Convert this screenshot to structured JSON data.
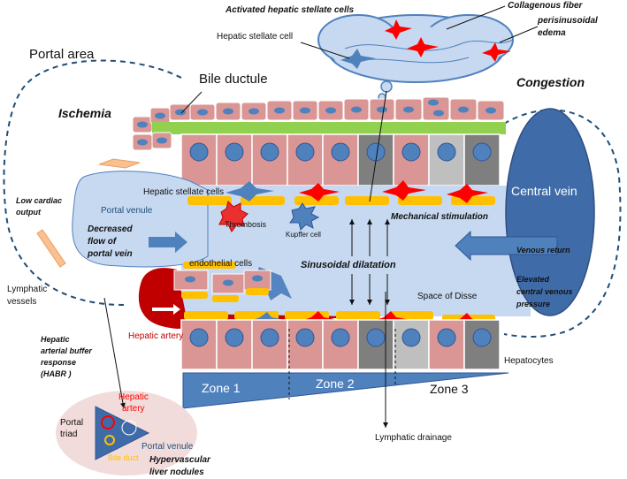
{
  "labels": {
    "activated_hsc": "Activated hepatic stellate cells",
    "hsc": "Hepatic stellate cell",
    "collagenous_fiber": "Collagenous  fiber",
    "edema_line1": "perisinusoidal",
    "edema_line2": "edema",
    "portal_area": "Portal area",
    "bile_ductule": "Bile ductule",
    "congestion": "Congestion",
    "ischemia": "Ischemia",
    "central_vein": "Central vein",
    "hsc_cells": "Hepatic stellate cells",
    "portal_venule": "Portal venule",
    "thrombosis": "Thrombosis",
    "kupffer": "Kupffer cell",
    "mechanical": "Mechanical stimulation",
    "low_cardiac_1": "Low cardiac",
    "low_cardiac_2": "output",
    "decreased_1": "Decreased",
    "decreased_2": "flow of",
    "decreased_3": "portal vein",
    "venous_return": "Venous return",
    "endothelial": "endothelial cells",
    "sinusoidal": "Sinusoidal dilatation",
    "elevated_1": "Elevated",
    "elevated_2": "central venous",
    "elevated_3": "pressure",
    "lymphatic_1": "Lymphatic",
    "lymphatic_2": "vessels",
    "space_disse": "Space of Disse",
    "hepatic_artery": "Hepatic artery",
    "habr_1": "Hepatic",
    "habr_2": "arterial buffer",
    "habr_3": "response",
    "habr_4": "(HABR )",
    "hepatocytes": "Hepatocytes",
    "zone1": "Zone 1",
    "zone2": "Zone 2",
    "zone3": "Zone 3",
    "hepatic_artery_small": "Hepatic",
    "artery_small": "artery",
    "portal": "Portal",
    "triad": "triad",
    "portal_venule_small": "Portal venule",
    "bile_duct": "Bile duct",
    "hypervascular_1": "Hypervascular",
    "hypervascular_2": "liver nodules",
    "lymphatic_drainage": "Lymphatic drainage"
  },
  "colors": {
    "hepatocyte": "#d99694",
    "nucleus": "#4f81bd",
    "sinusoid": "#c6d9f1",
    "central_vein": "#3f6ca8",
    "endothelial": "#ffc000",
    "bile_band": "#92d050",
    "red": "#ff0000",
    "artery": "#c00000",
    "cloud": "#c6d9f1",
    "zone": "#4f81bd",
    "grey_dark": "#7f7f7f",
    "grey_light": "#bfbfbf",
    "lymph": "#fac090",
    "triad_bg": "#f2dcdb"
  }
}
